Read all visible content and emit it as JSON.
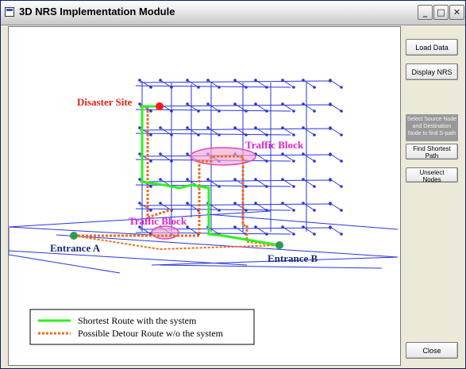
{
  "window": {
    "title": "3D NRS Implementation Module"
  },
  "buttons": {
    "load_data": "Load Data",
    "display_nrs": "Display NRS",
    "find_shortest_path": "Find Shortest Path",
    "unselect_nodes": "Unselect Nodes",
    "close": "Close"
  },
  "info_text": "Select Source Node and Destination Node to find S-path",
  "scene_labels": {
    "disaster_site": "Disaster Site",
    "traffic_block_upper": "Traffic Block",
    "traffic_block_lower": "Traffic Block",
    "entrance_a": "Entrance A",
    "entrance_b": "Entrance B"
  },
  "legend": {
    "shortest_route": "Shortest Route with the system",
    "detour_route": "Possible Detour Route w/o the system"
  },
  "colors": {
    "network": "#2a35d8",
    "shortest_route": "#2ef21e",
    "detour_route": "#f26b1a",
    "disaster_label": "#e0201a",
    "traffic_label": "#e020c8",
    "entrance_label": "#1a2a6e",
    "traffic_ellipse": "#f3a6d6"
  }
}
